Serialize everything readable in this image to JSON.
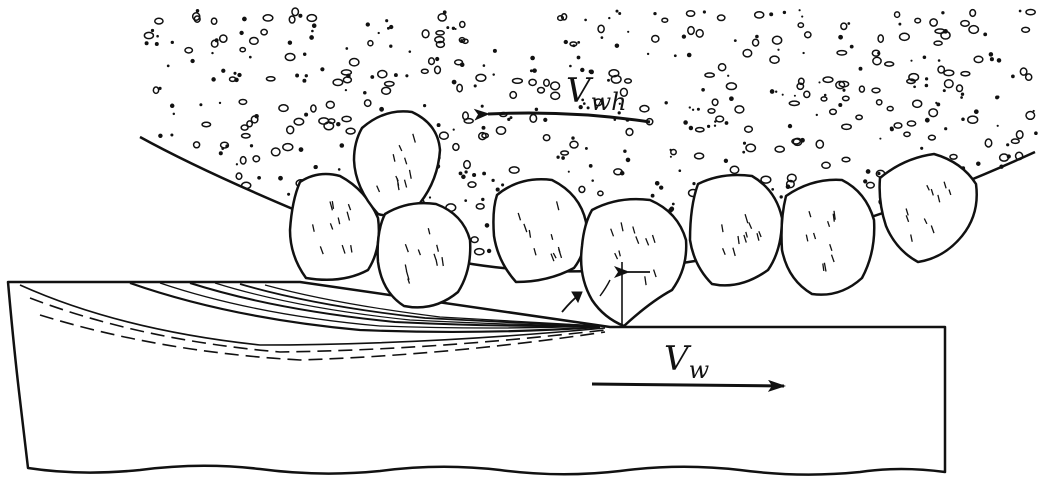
{
  "labels": {
    "wheel_velocity_main": "V",
    "wheel_velocity_sub": "wh",
    "work_velocity_main": "V",
    "work_velocity_sub": "w"
  },
  "colors": {
    "ink": "#111111",
    "background": "#ffffff"
  }
}
